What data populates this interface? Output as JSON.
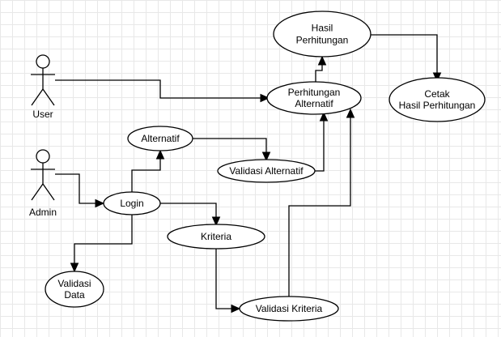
{
  "diagram": {
    "actors": {
      "user": "User",
      "admin": "Admin"
    },
    "nodes": {
      "hasil_perhitungan": [
        "Hasil",
        "Perhitungan"
      ],
      "perhitungan_alternatif": [
        "Perhitungan",
        "Alternatif"
      ],
      "cetak_hasil": [
        "Cetak",
        "Hasil Perhitungan"
      ],
      "alternatif": [
        "Alternatif"
      ],
      "validasi_alternatif": [
        "Validasi Alternatif"
      ],
      "login": [
        "Login"
      ],
      "kriteria": [
        "Kriteria"
      ],
      "validasi_data": [
        "Validasi",
        "Data"
      ],
      "validasi_kriteria": [
        "Validasi Kriteria"
      ]
    }
  }
}
